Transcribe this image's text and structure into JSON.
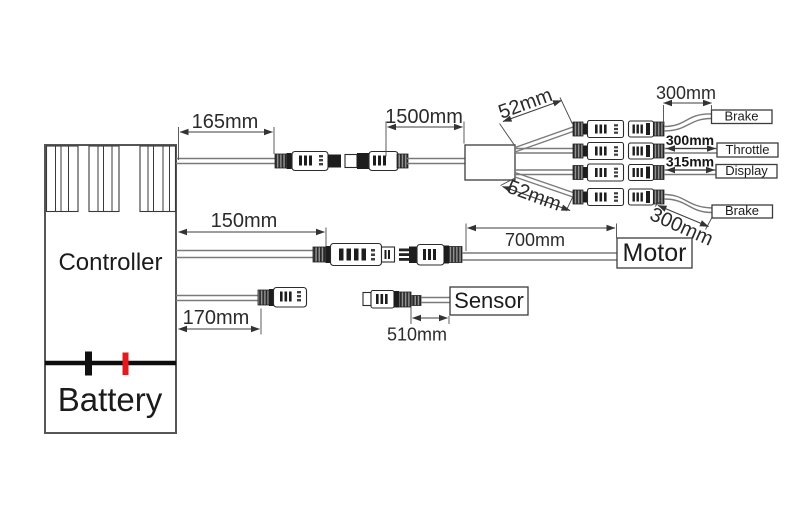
{
  "units": {
    "controller_label": "Controller",
    "battery_label": "Battery"
  },
  "component_boxes": {
    "brake_top": "Brake",
    "throttle": "Throttle",
    "display": "Display",
    "brake_bottom": "Brake",
    "motor": "Motor",
    "sensor": "Sensor"
  },
  "measurements": {
    "controller_to_main_connector": "165mm",
    "main_connector_to_junction": "1500mm",
    "junction_branch_top": "52mm",
    "junction_branch_bottom": "52mm",
    "brake_top_cable": "300mm",
    "throttle_cable": "300mm",
    "display_cable": "315mm",
    "brake_bottom_cable": "300mm",
    "controller_to_motor_connector": "150mm",
    "motor_connector_to_motor": "700mm",
    "controller_to_sensor_connector": "170mm",
    "sensor_connector_to_sensor": "510mm"
  },
  "colors": {
    "background": "#ffffff",
    "outline": "#2f2f2f",
    "wire": "#7a7a7a",
    "battery_positive": "#e8191d",
    "battery_negative": "#111111"
  }
}
